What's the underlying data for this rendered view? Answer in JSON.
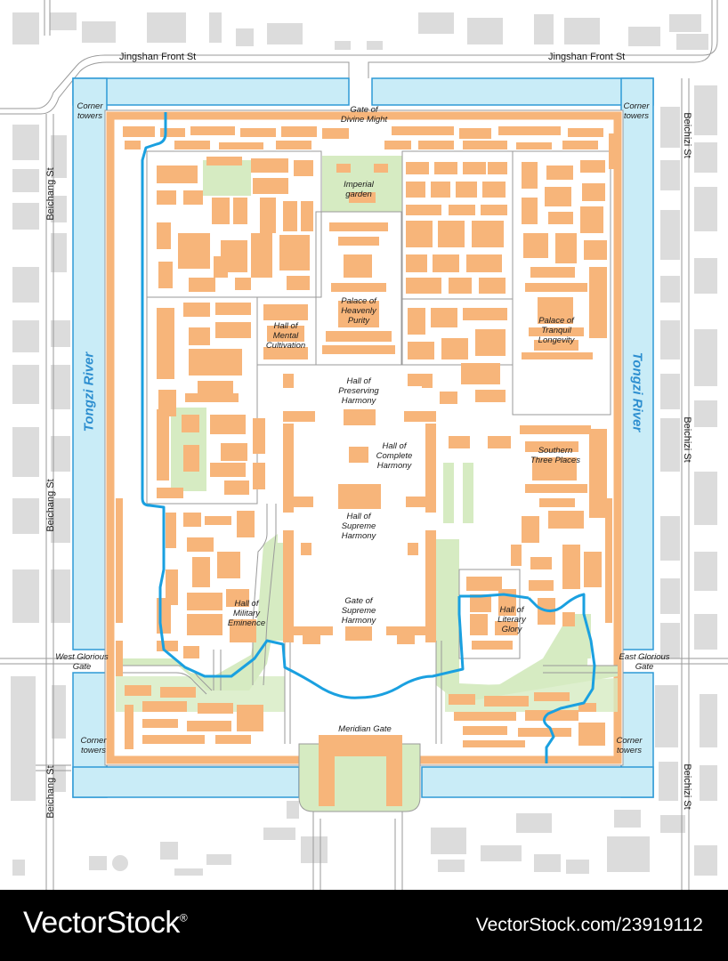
{
  "map": {
    "streets": {
      "top_left": "Jingshan Front St",
      "top_right": "Jingshan Front St",
      "left_upper": "Beichang St",
      "left_middle": "Beichang St",
      "left_lower": "Beichang St",
      "right_upper": "Beichizi St",
      "right_middle": "Beichizi St",
      "right_lower": "Beichizi St"
    },
    "rivers": {
      "left": "Tongzi River",
      "right": "Tongzi River"
    },
    "labels": {
      "corner_nw": "Corner\ntowers",
      "corner_ne": "Corner\ntowers",
      "corner_sw": "Corner\ntowers",
      "corner_se": "Corner\ntowers",
      "gate_divine_might": "Gate of\nDivine Might",
      "imperial_garden": "Imperial\ngarden",
      "palace_heavenly_purity": "Palace of\nHeavenly\nPurity",
      "hall_mental_cultivation": "Hall of\nMental\nCultivation",
      "palace_tranquil_longevity": "Palace of\nTranquil\nLongevity",
      "hall_preserving_harmony": "Hall of\nPreserving\nHarmony",
      "hall_complete_harmony": "Hall of\nComplete\nHarmony",
      "southern_three_places": "Southern\nThree Places",
      "hall_supreme_harmony": "Hall of\nSupreme\nHarmony",
      "gate_supreme_harmony": "Gate of\nSupreme\nHarmony",
      "hall_military_eminence": "Hall of\nMilitary\nEminence",
      "hall_literary_glory": "Hall of\nLiterary\nGlory",
      "west_glorious_gate": "West Glorious\nGate",
      "east_glorious_gate": "East Glorious\nGate",
      "meridian_gate": "Meridian Gate"
    },
    "colors": {
      "water": "#c9ecf7",
      "water_edge": "#2e9ad6",
      "building": "#f7b57a",
      "garden": "#d6ebc2",
      "block": "#dcdcdc",
      "road": "#ffffff",
      "road_edge": "#9a9a9a",
      "ground": "#ffffff"
    }
  },
  "footer": {
    "brand": "VectorStock",
    "brand_mark": "®",
    "stock_id": "VectorStock.com/23919112"
  }
}
